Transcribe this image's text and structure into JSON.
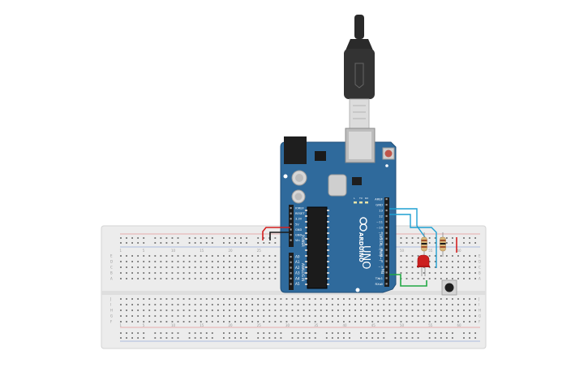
{
  "circuit": {
    "board_name": "UNO",
    "board_brand": "ARDUINO",
    "brand_color": "#2f6a9c",
    "led_color": "#cc2020",
    "breadboard_color": "#ececec",
    "power_labels": [
      "IOREF",
      "RESET",
      "3.3V",
      "5V",
      "GND",
      "GND",
      "Vin"
    ],
    "power_header_label": "POWER",
    "analog_labels": [
      "A0",
      "A1",
      "A2",
      "A3",
      "A4",
      "A5"
    ],
    "analog_header_label": "ANALOG IN",
    "digital_labels": [
      "AREF",
      "GND",
      "13",
      "12",
      "~11",
      "~10",
      "~9",
      "8",
      "7",
      "~6",
      "~5",
      "4",
      "~3",
      "2",
      "TX▸1",
      "RX◂0"
    ],
    "digital_header_label": "DIGITAL (PWM~)",
    "status_leds": [
      "L",
      "TX",
      "RX"
    ],
    "on_label": "ON",
    "row_labels": [
      "A",
      "B",
      "C",
      "D",
      "E",
      "F",
      "G",
      "H",
      "I",
      "J"
    ],
    "column_numbers": [
      "1",
      "5",
      "10",
      "15",
      "20",
      "25",
      "30",
      "35",
      "40",
      "45",
      "50",
      "55",
      "60"
    ]
  }
}
